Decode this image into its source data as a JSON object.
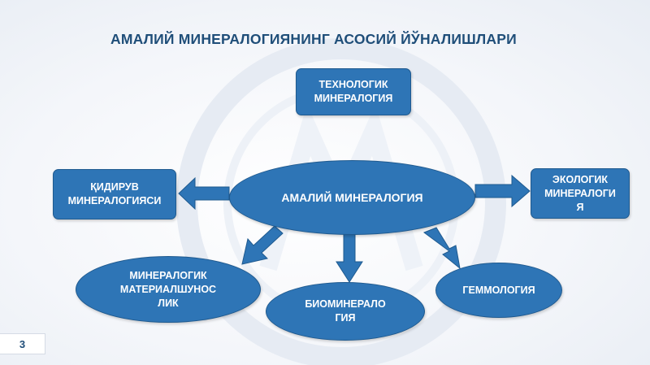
{
  "slide": {
    "title": "АМАЛИЙ МИНЕРАЛОГИЯНИНГ АСОСИЙ ЙЎНАЛИШЛАРИ",
    "page_number": "3"
  },
  "diagram": {
    "center": "АМАЛИЙ МИНЕРАЛОГИЯ",
    "nodes": {
      "technological": "ТЕХНОЛОГИК\nМИНЕРАЛОГИЯ",
      "exploration": "ҚИДИРУВ\nМИНЕРАЛОГИЯСИ",
      "ecological": "ЭКОЛОГИК\nМИНЕРАЛОГИ\nЯ",
      "materials": "МИНЕРАЛОГИК\nМАТЕРИАЛШУНОС\nЛИК",
      "biomineralogy": "БИОМИНЕРАЛО\nГИЯ",
      "gemology": "ГЕММОЛОГИЯ"
    },
    "colors": {
      "fill": "#2e75b6",
      "border": "#1f5a8f",
      "title": "#1f4e79",
      "arrow": "#2e75b6"
    }
  }
}
